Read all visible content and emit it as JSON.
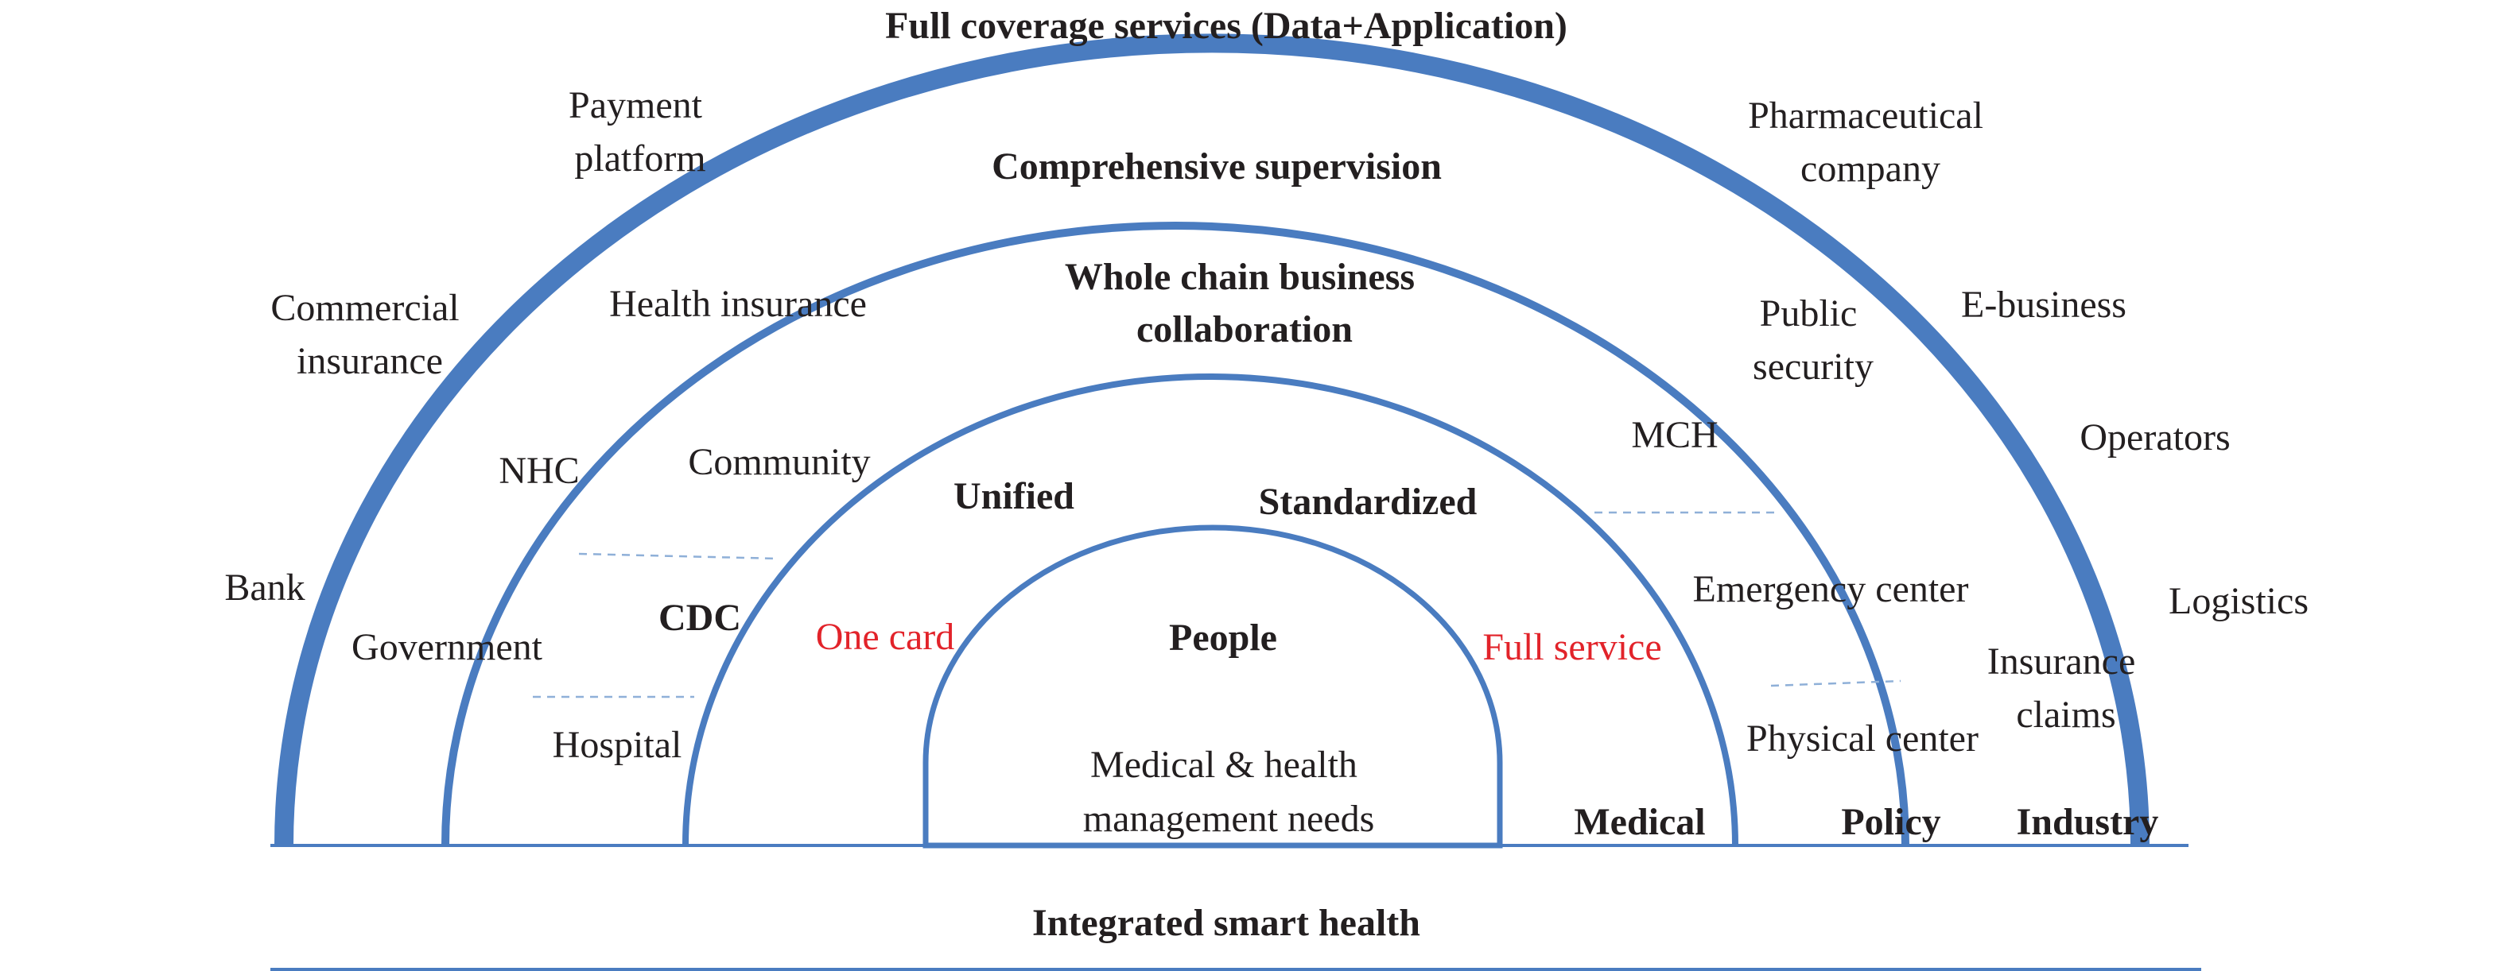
{
  "title": "Full coverage services (Data+Application)",
  "footer": "Integrated smart health",
  "colors": {
    "arc": "#4a7cc0",
    "dash": "#8fb0d8",
    "text": "#231f20",
    "highlight": "#e2232a"
  },
  "rings": {
    "outer": {
      "header": "Comprehensive supervision",
      "base_label": "Industry",
      "items": {
        "payment_platform": [
          "Payment",
          "platform"
        ],
        "commercial_insurance": [
          "Commercial",
          "insurance"
        ],
        "bank": "Bank",
        "pharmaceutical_company": [
          "Pharmaceutical",
          "company"
        ],
        "e_business": "E-business",
        "operators": "Operators",
        "logistics": "Logistics",
        "insurance_claims": [
          "Insurance",
          "claims"
        ]
      }
    },
    "second": {
      "header": [
        "Whole chain business",
        "collaboration"
      ],
      "base_label": "Policy",
      "items": {
        "health_insurance": "Health insurance",
        "nhc": "NHC",
        "government": "Government",
        "public_security": [
          "Public",
          "security"
        ],
        "emergency_center": "Emergency center",
        "physical_center": "Physical center"
      }
    },
    "third": {
      "base_label": "Medical",
      "left_header": "Unified",
      "right_header": "Standardized",
      "items": {
        "community": "Community",
        "cdc": "CDC",
        "hospital": "Hospital",
        "mch": "MCH",
        "one_card": "One card",
        "full_service": "Full service"
      }
    },
    "core": {
      "header": "People",
      "needs": [
        "Medical & health",
        "management needs"
      ]
    }
  }
}
